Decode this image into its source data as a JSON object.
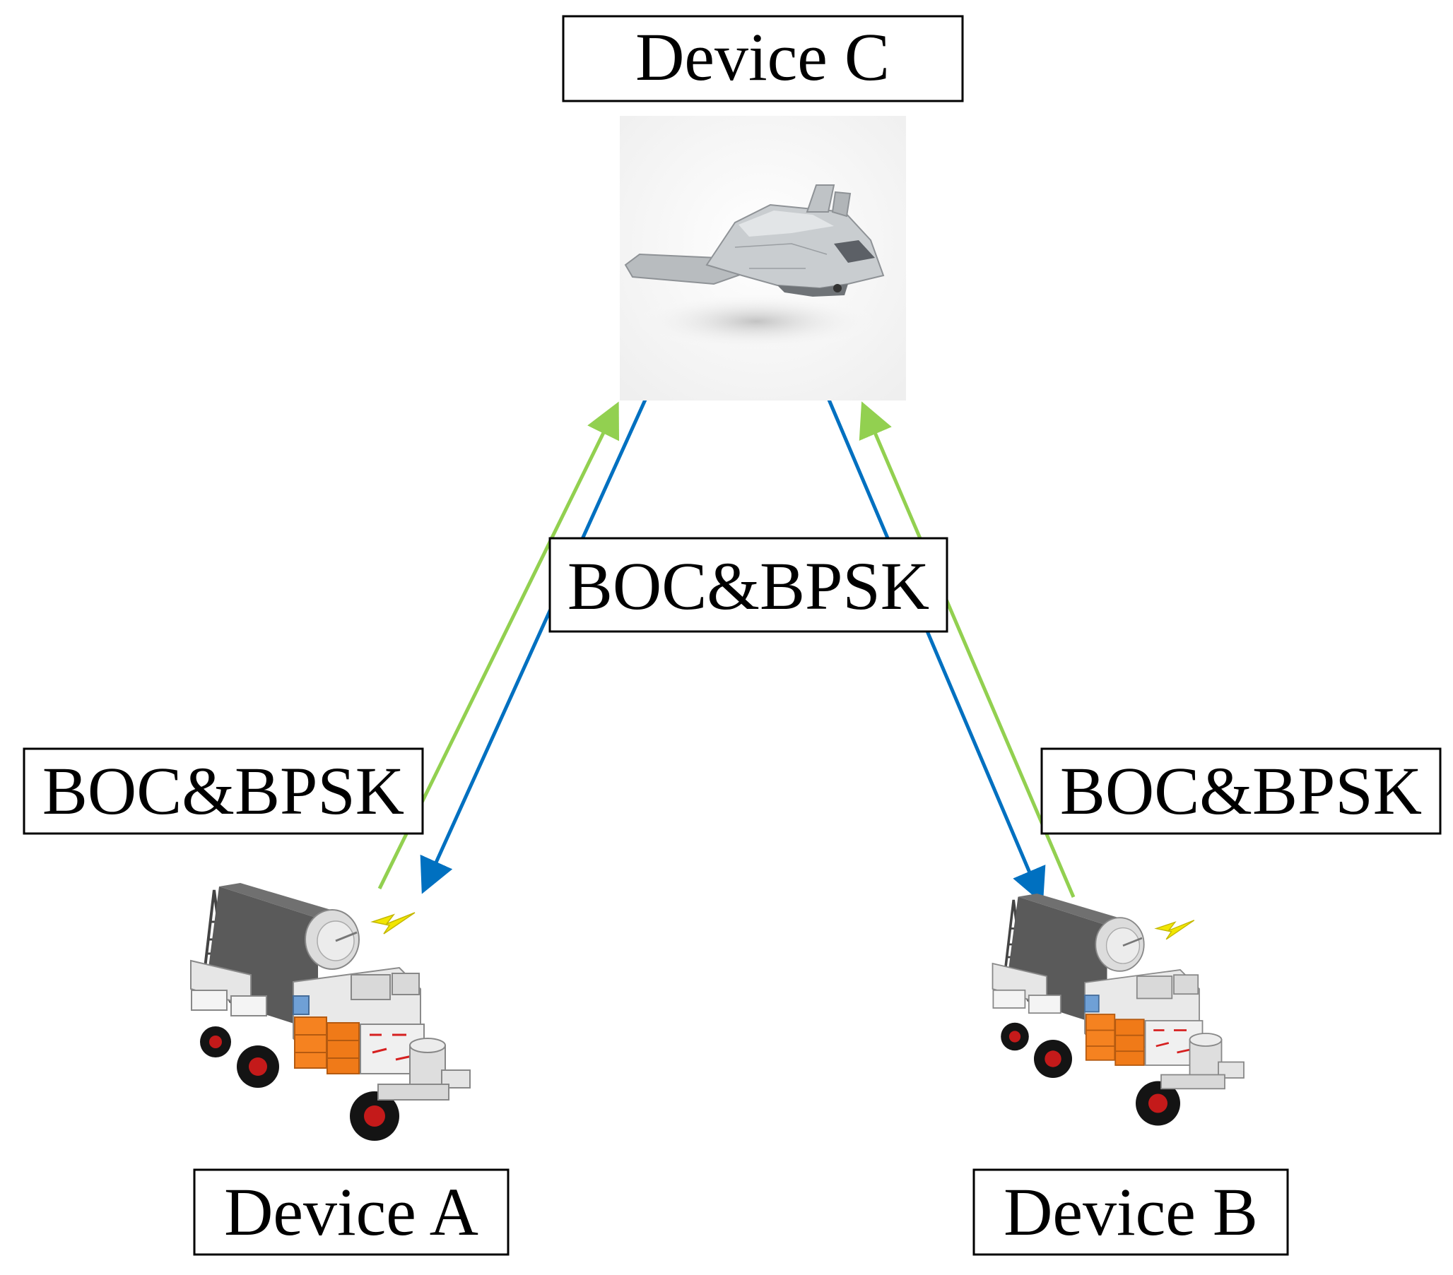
{
  "nodes": {
    "device_c": {
      "label": "Device C"
    },
    "device_a": {
      "label": "Device A"
    },
    "device_b": {
      "label": "Device B"
    }
  },
  "links": {
    "center_label": "BOC&BPSK",
    "left_label": "BOC&BPSK",
    "right_label": "BOC&BPSK"
  },
  "colors": {
    "uplink_arrow": "#92d050",
    "downlink_arrow": "#0070c0",
    "label_border": "#000000",
    "vehicle_body": "#e6e6e6",
    "vehicle_dark": "#5a5a5a",
    "vehicle_orange": "#f58220",
    "drone_body": "#c9cdd0"
  },
  "icons": {
    "device_c": "uav-drone-icon",
    "device_a": "mobile-ground-station-truck-icon",
    "device_b": "mobile-ground-station-truck-icon"
  }
}
